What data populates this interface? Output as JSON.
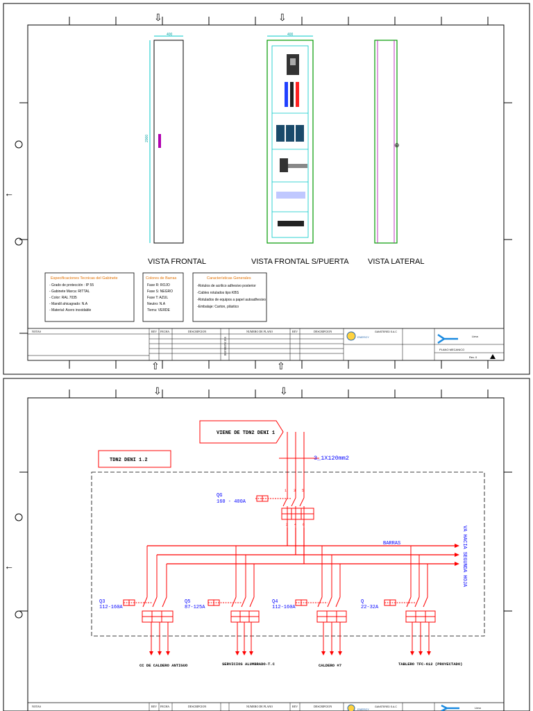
{
  "sheet1": {
    "views": {
      "front": "VISTA FRONTAL",
      "front_no_door": "VISTA FRONTAL S/PUERTA",
      "side": "VISTA LATERAL"
    },
    "dims": {
      "front_width": "400",
      "front_height": "2000",
      "inner_width": "400"
    },
    "specs": {
      "title": "Especificaciones Tecnicas del Gabinete",
      "items": [
        "- Grado de protección : IP 55",
        "- Gabinete Marca: RITTAL",
        "- Color: RAL 7035",
        "- Mandil ahicagrado: N.A",
        "- Material: Acero inoxidable"
      ]
    },
    "colors": {
      "title": "Colores de Barras",
      "items": [
        "Fase R: ROJO",
        "Fase S: NEGRO",
        "Fase T: AZUL",
        "Neutro: N.A",
        "Tierra: VERDE"
      ]
    },
    "general": {
      "title": "Características Generales",
      "items": [
        "-Rotulos de acrilico adhesivo posterior",
        "-Cables rotulados tipo KBS",
        "-Rotulados de equipos a papel autoadhesivo",
        "-Embalaje: Carton, plástico"
      ]
    }
  },
  "titleblock": {
    "notas": "NOTAS",
    "rev": "REV",
    "fecha": "FECHA",
    "descripcion": "DESCRIPCION",
    "numero_plano": "NUMERO DE PLANO",
    "referencias": "REFERENCIAS",
    "company": "GANSTERED S.A.C",
    "logo_text": "ENERGY",
    "plano": "PLANO MECANICO",
    "escala": "Lima",
    "rev_label": "Rev. 0"
  },
  "sheet2": {
    "source_box": "VIENE DE TDN2 DENI 1",
    "feeder_cable": "3_1X120mm2",
    "board_name": "TDN2 DENI 1.2",
    "main_breaker": {
      "tag": "QG",
      "rating": "160 - 400A"
    },
    "busbar_label": "BARRAS",
    "next_sheet": "VA HACIA SEGUNDA HOJA",
    "terminal_numbers": [
      "2",
      "4",
      "6"
    ],
    "top_numbers": [
      "1",
      "3",
      "5"
    ],
    "branches": [
      {
        "tag": "Q3",
        "rating": "112-160A",
        "load": "CC DE CALDERO ANTIGUO"
      },
      {
        "tag": "Q5",
        "rating": "87-125A",
        "load": "SERVICIOS ALUMBRADO-T.C"
      },
      {
        "tag": "Q4",
        "rating": "112-160A",
        "load": "CALDERO #7"
      },
      {
        "tag": "Q",
        "rating": "22-32A",
        "load": "TABLERO TFC-612 (PROYECTADO)"
      }
    ]
  },
  "colors": {
    "frame": "#000000",
    "wire": "#ff0000",
    "label_blue": "#0000ff",
    "cyan": "#00c8c8",
    "magenta": "#b000b0",
    "green": "#009900",
    "orange": "#e07000"
  }
}
